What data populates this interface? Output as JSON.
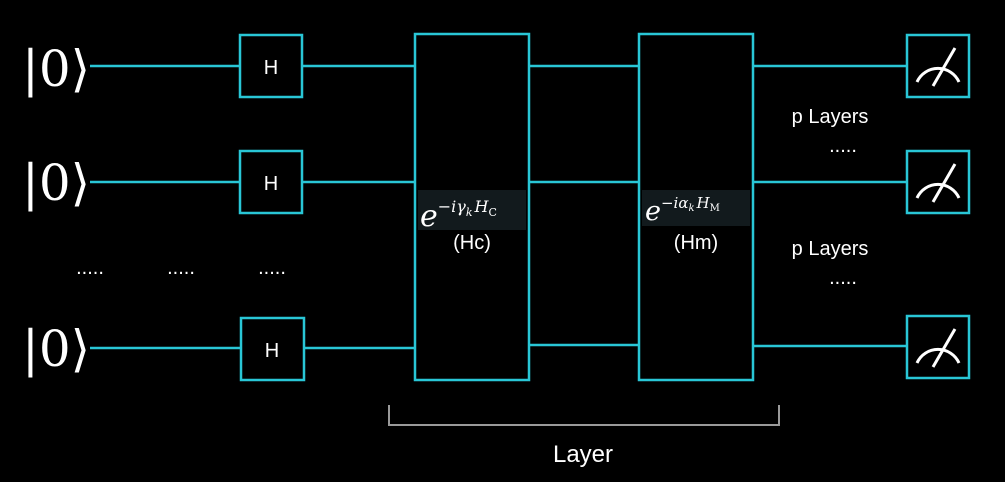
{
  "qubits": [
    {
      "ket": "|0⟩"
    },
    {
      "ket": "|0⟩"
    },
    {
      "ket": "|0⟩"
    }
  ],
  "hadamard_label": "H",
  "ellipsis": ".....",
  "cost_block": {
    "formula_base": "e",
    "formula_exponent": "−iγ",
    "formula_sub1": "k",
    "formula_H": "H",
    "formula_sub2": "C",
    "name": "(Hc)"
  },
  "mixer_block": {
    "formula_base": "e",
    "formula_exponent": "−iα",
    "formula_sub1": "k",
    "formula_H": "H",
    "formula_sub2": "M",
    "name": "(Hm)"
  },
  "repeat_labels": [
    "p Layers",
    "p Layers"
  ],
  "layer_label": "Layer",
  "colors": {
    "wire": "#29c6d6",
    "bracket": "#9a9a9a",
    "text": "#ffffff",
    "background": "#000000"
  },
  "icons": [
    "measurement-meter-icon"
  ]
}
